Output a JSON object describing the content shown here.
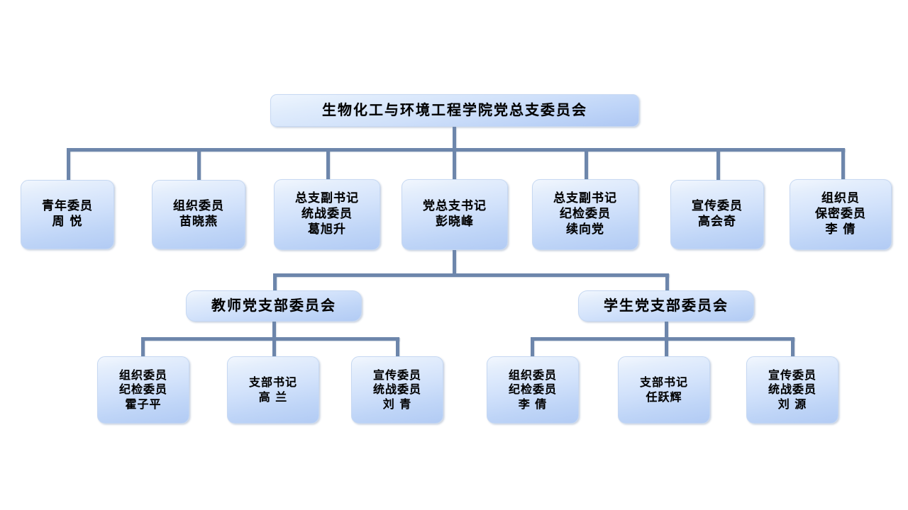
{
  "chart_title": "生物化工与环境工程学院党总支委员会",
  "theme": {
    "connector_color": "#6d86ab",
    "box_fill_top": "#f2f7fe",
    "box_fill_bottom": "#b2cbf4",
    "box_border": "#c6d8f2",
    "text_color": "#000000",
    "background": "#ffffff"
  },
  "root": {
    "lines": [
      "生物化工与环境工程学院党总支委员会"
    ]
  },
  "officers": [
    {
      "lines": [
        "青年委员",
        "周  悦"
      ]
    },
    {
      "lines": [
        "组织委员",
        "苗晓燕"
      ]
    },
    {
      "lines": [
        "总支副书记",
        "统战委员",
        "葛旭升"
      ]
    },
    {
      "lines": [
        "党总支书记",
        "彭晓峰"
      ]
    },
    {
      "lines": [
        "总支副书记",
        "纪检委员",
        "续向党"
      ]
    },
    {
      "lines": [
        "宣传委员",
        "高会奇"
      ]
    },
    {
      "lines": [
        "组织员",
        "保密委员",
        "李  倩"
      ]
    }
  ],
  "branches": [
    {
      "header": {
        "lines": [
          "教师党支部委员会"
        ]
      },
      "members": [
        {
          "lines": [
            "组织委员",
            "纪检委员",
            "霍子平"
          ]
        },
        {
          "lines": [
            "支部书记",
            "高  兰"
          ]
        },
        {
          "lines": [
            "宣传委员",
            "统战委员",
            "刘  青"
          ]
        }
      ]
    },
    {
      "header": {
        "lines": [
          "学生党支部委员会"
        ]
      },
      "members": [
        {
          "lines": [
            "组织委员",
            "纪检委员",
            "李  倩"
          ]
        },
        {
          "lines": [
            "支部书记",
            "任跃辉"
          ]
        },
        {
          "lines": [
            "宣传委员",
            "统战委员",
            "刘  源"
          ]
        }
      ]
    }
  ]
}
